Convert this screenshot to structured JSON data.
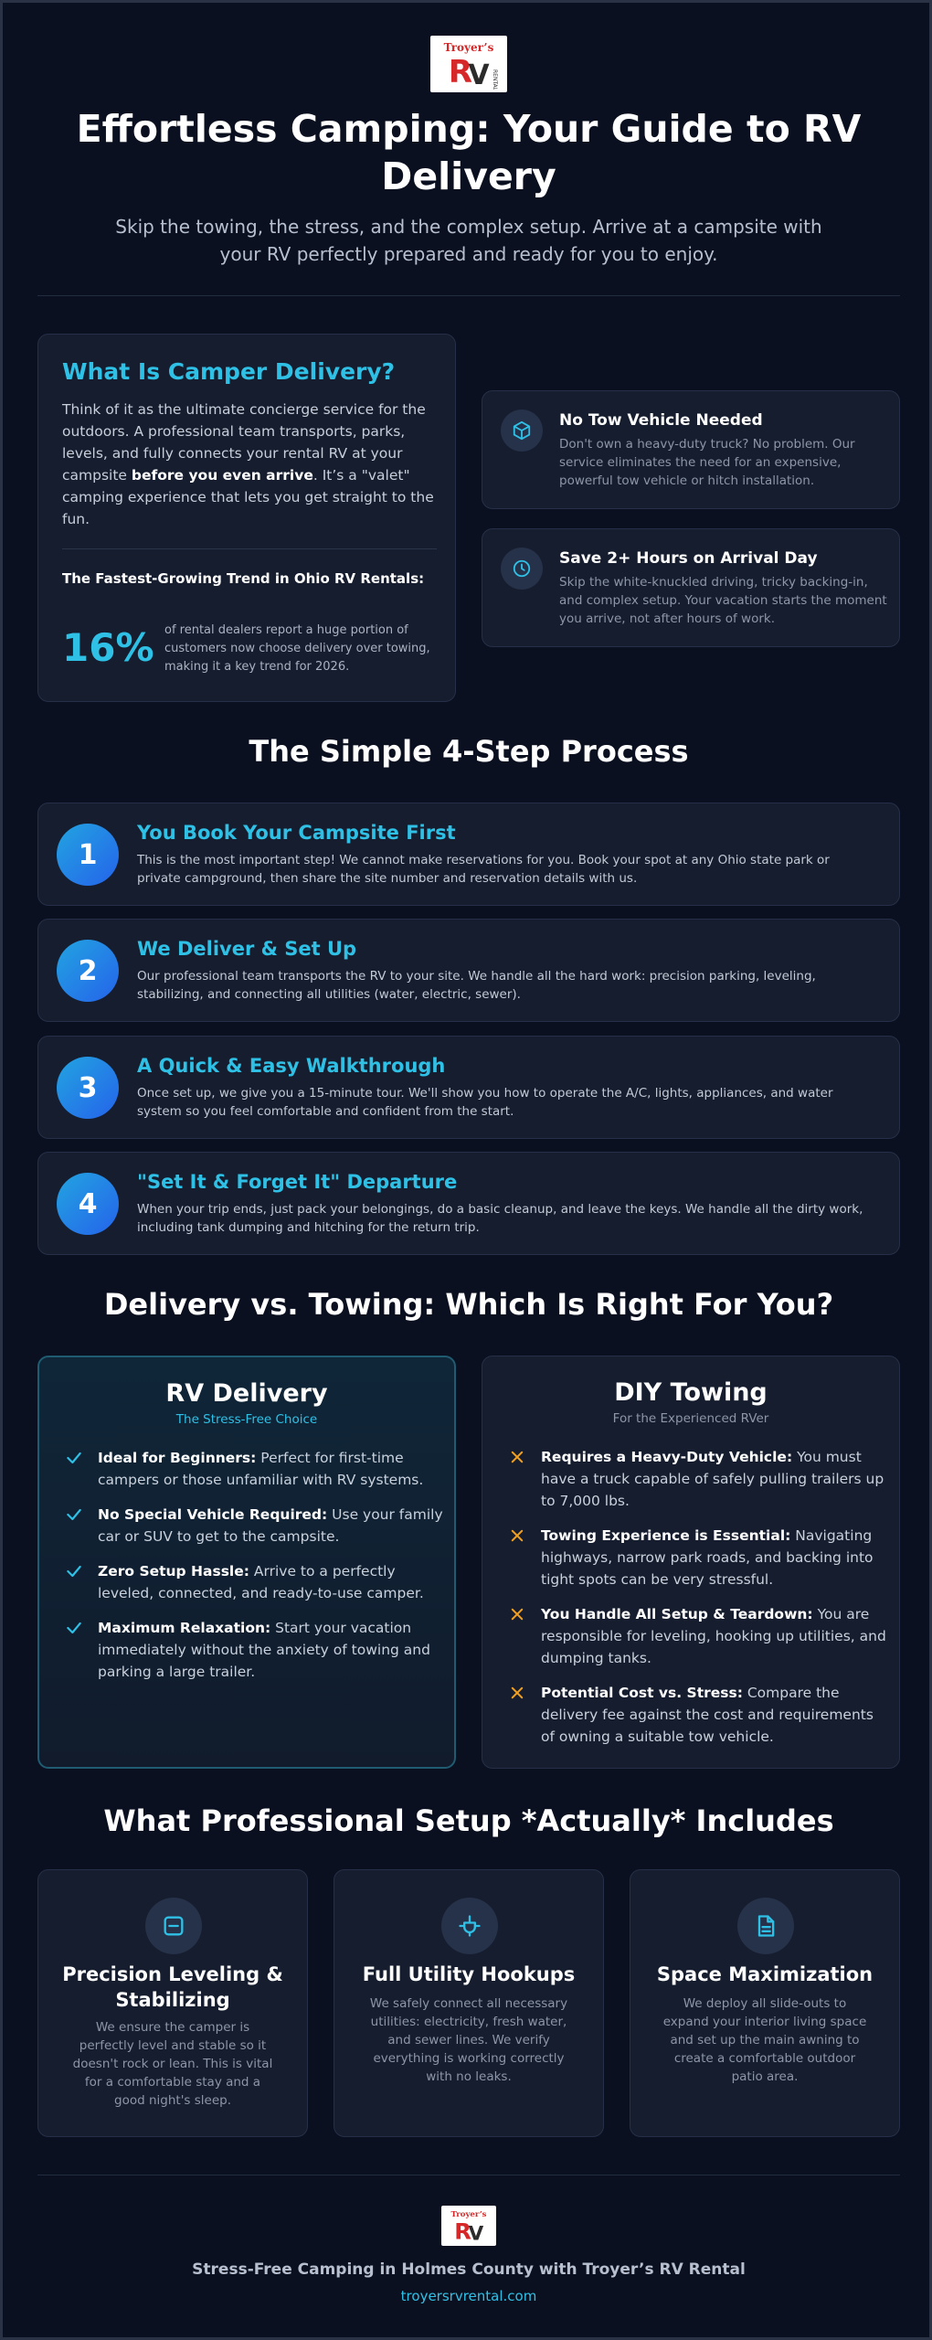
{
  "brand": {
    "logo_text": "Troyer's RV Rentals",
    "accent": "#2fc0e6",
    "logo_red": "#d62828",
    "logo_dark": "#2b2b2b"
  },
  "hero": {
    "title": "Effortless Camping: Your Guide to RV Delivery",
    "subtitle": "Skip the towing, the stress, and the complex setup. Arrive at a campsite with your RV perfectly prepared and ready for you to enjoy."
  },
  "what": {
    "title": "What Is Camper Delivery?",
    "body_before": "Think of it as the ultimate concierge service for the outdoors. A professional team transports, parks, levels, and fully connects your rental RV at your campsite ",
    "body_bold": "before you even arrive",
    "body_after": ". It’s a \"valet\" camping experience that lets you get straight to the fun.",
    "trend_title": "The Fastest-Growing Trend in Ohio RV Rentals:",
    "stat_value": "16%",
    "stat_text": "of rental dealers report a huge portion of customers now choose delivery over towing, making it a key trend for 2026."
  },
  "features": [
    {
      "icon": "box-icon",
      "title": "No Tow Vehicle Needed",
      "text": "Don't own a heavy-duty truck? No problem. Our service eliminates the need for an expensive, powerful tow vehicle or hitch installation."
    },
    {
      "icon": "clock-icon",
      "title": "Save 2+ Hours on Arrival Day",
      "text": "Skip the white-knuckled driving, tricky backing-in, and complex setup. Your vacation starts the moment you arrive, not after hours of work."
    }
  ],
  "process": {
    "title": "The Simple 4-Step Process",
    "steps": [
      {
        "number": "1",
        "title": "You Book Your Campsite First",
        "text": "This is the most important step! We cannot make reservations for you. Book your spot at any Ohio state park or private campground, then share the site number and reservation details with us."
      },
      {
        "number": "2",
        "title": "We Deliver & Set Up",
        "text": "Our professional team transports the RV to your site. We handle all the hard work: precision parking, leveling, stabilizing, and connecting all utilities (water, electric, sewer)."
      },
      {
        "number": "3",
        "title": "A Quick & Easy Walkthrough",
        "text": "Once set up, we give you a 15-minute tour. We'll show you how to operate the A/C, lights, appliances, and water system so you feel comfortable and confident from the start."
      },
      {
        "number": "4",
        "title": "\"Set It & Forget It\" Departure",
        "text": "When your trip ends, just pack your belongings, do a basic cleanup, and leave the keys. We handle all the dirty work, including tank dumping and hitching for the return trip."
      }
    ]
  },
  "compare": {
    "title": "Delivery vs. Towing: Which Is Right For You?",
    "delivery": {
      "title": "RV Delivery",
      "subtitle": "The Stress-Free Choice",
      "items": [
        {
          "bold": "Ideal for Beginners:",
          "text": " Perfect for first-time campers or those unfamiliar with RV systems."
        },
        {
          "bold": "No Special Vehicle Required:",
          "text": " Use your family car or SUV to get to the campsite."
        },
        {
          "bold": "Zero Setup Hassle:",
          "text": " Arrive to a perfectly leveled, connected, and ready-to-use camper."
        },
        {
          "bold": "Maximum Relaxation:",
          "text": " Start your vacation immediately without the anxiety of towing and parking a large trailer."
        }
      ]
    },
    "towing": {
      "title": "DIY Towing",
      "subtitle": "For the Experienced RVer",
      "items": [
        {
          "bold": "Requires a Heavy-Duty Vehicle:",
          "text": " You must have a truck capable of safely pulling trailers up to 7,000 lbs."
        },
        {
          "bold": "Towing Experience is Essential:",
          "text": " Navigating highways, narrow park roads, and backing into tight spots can be very stressful."
        },
        {
          "bold": "You Handle All Setup & Teardown:",
          "text": " You are responsible for leveling, hooking up utilities, and dumping tanks."
        },
        {
          "bold": "Potential Cost vs. Stress:",
          "text": " Compare the delivery fee against the cost and requirements of owning a suitable tow vehicle."
        }
      ]
    }
  },
  "setup": {
    "title": "What Professional Setup *Actually* Includes",
    "cards": [
      {
        "icon": "level-icon",
        "title": "Precision Leveling & Stabilizing",
        "text": "We ensure the camper is perfectly level and stable so it doesn't rock or lean. This is vital for a comfortable stay and a good night's sleep."
      },
      {
        "icon": "plug-icon",
        "title": "Full Utility Hookups",
        "text": "We safely connect all necessary utilities: electricity, fresh water, and sewer lines. We verify everything is working correctly with no leaks."
      },
      {
        "icon": "document-icon",
        "title": "Space Maximization",
        "text": "We deploy all slide-outs to expand your interior living space and set up the main awning to create a comfortable outdoor patio area."
      }
    ]
  },
  "footer": {
    "tagline": "Stress-Free Camping in Holmes County with Troyer’s RV Rental",
    "link": "troyersrvrental.com"
  }
}
